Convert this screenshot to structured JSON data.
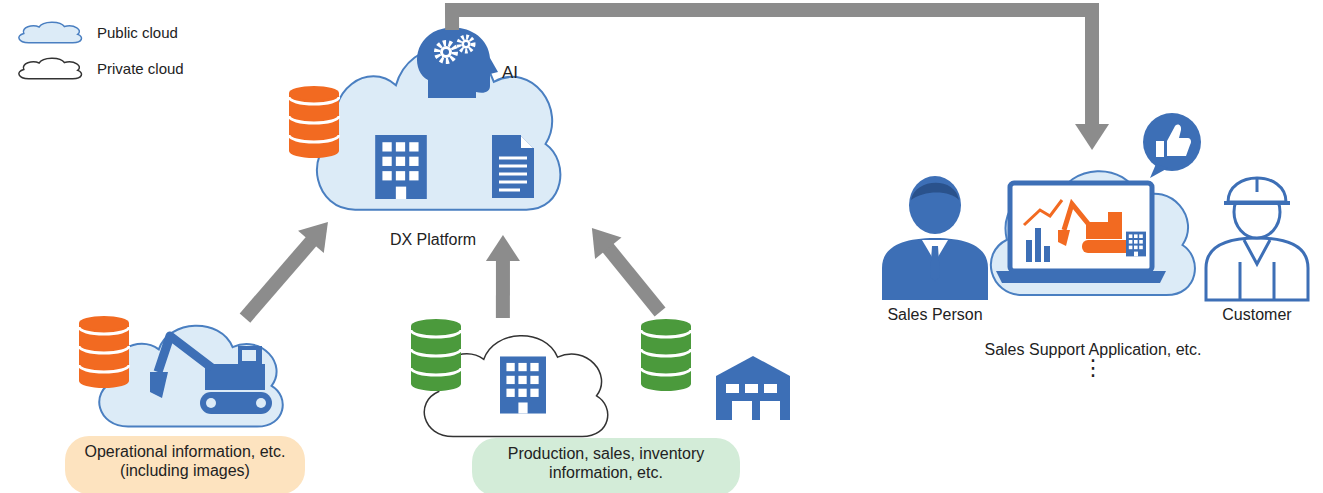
{
  "diagram": {
    "nodes": [
      {
        "text": [
          "AI",
          "DX Platform"
        ]
      },
      {
        "text": [
          "Operational information, etc. (including images)"
        ]
      },
      {
        "text": [
          "Production, sales, inventory information, etc."
        ]
      },
      {
        "text": [
          "Sales Person",
          "Customer",
          "Sales Support Application, etc."
        ]
      }
    ],
    "edges": [
      {
        "from": 1,
        "to": 0,
        "arrow": "to"
      },
      {
        "from": 2,
        "to": 0,
        "arrow": "to"
      },
      {
        "from": 2,
        "to": 0,
        "arrow": "to"
      },
      {
        "from": 0,
        "to": 3,
        "arrow": "to"
      }
    ],
    "labels": [
      "⋮"
    ],
    "legend": [
      {
        "text": "Public cloud",
        "color": "#dcebf7"
      },
      {
        "text": "Private cloud",
        "color": "#ffffff"
      }
    ]
  }
}
